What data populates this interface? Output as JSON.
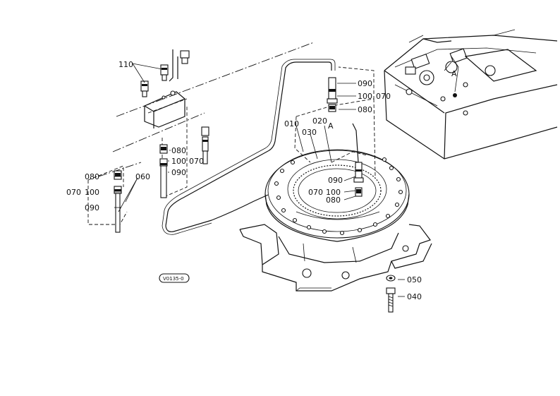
{
  "diagram": {
    "figure_code": "V0135-0",
    "labels": {
      "l110": "110",
      "l090_top": "090",
      "l100_top": "100",
      "l070_top": "070",
      "l080_top": "080",
      "l010": "010",
      "l030": "030",
      "l020": "020",
      "lA_top": "A",
      "lA_right": "A",
      "l080_mid": "080",
      "l100_mid": "100",
      "l070_mid": "070",
      "l090_mid": "090",
      "l060": "060",
      "l080_left": "080",
      "l070_left": "070",
      "l100_left": "100",
      "l090_left": "090",
      "l090_ring": "090",
      "l070_ring": "070",
      "l100_ring": "100",
      "l080_ring": "080",
      "l050": "050",
      "l040": "040"
    }
  }
}
